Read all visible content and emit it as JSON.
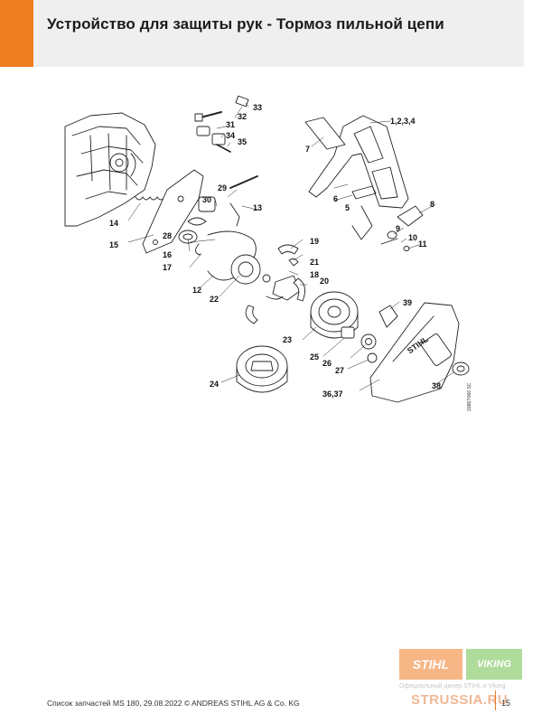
{
  "header": {
    "title": "Устройство для защиты рук - Тормоз пильной цепи",
    "accent_color": "#ef7d22",
    "band_color": "#efefef"
  },
  "diagram": {
    "callouts": [
      "1,2,3,4",
      "5",
      "6",
      "7",
      "8",
      "9",
      "10",
      "11",
      "12",
      "13",
      "14",
      "15",
      "16",
      "17",
      "18",
      "19",
      "20",
      "21",
      "22",
      "23",
      "24",
      "25",
      "26",
      "27",
      "28",
      "29",
      "30",
      "31",
      "32",
      "33",
      "34",
      "35",
      "36,37",
      "38",
      "39"
    ],
    "guard_brand": "STIHL",
    "doc_code": "208ET066 SC"
  },
  "dealer": {
    "logo_stihl": "STIHL",
    "logo_viking": "VIKING",
    "caption": "Официальный дилер STIHL и Viking",
    "site": "STRUSSIA.RU"
  },
  "footer": {
    "text": "Список запчастей MS 180, 29.08.2022 © ANDREAS STIHL AG & Co. KG",
    "page": "15"
  }
}
